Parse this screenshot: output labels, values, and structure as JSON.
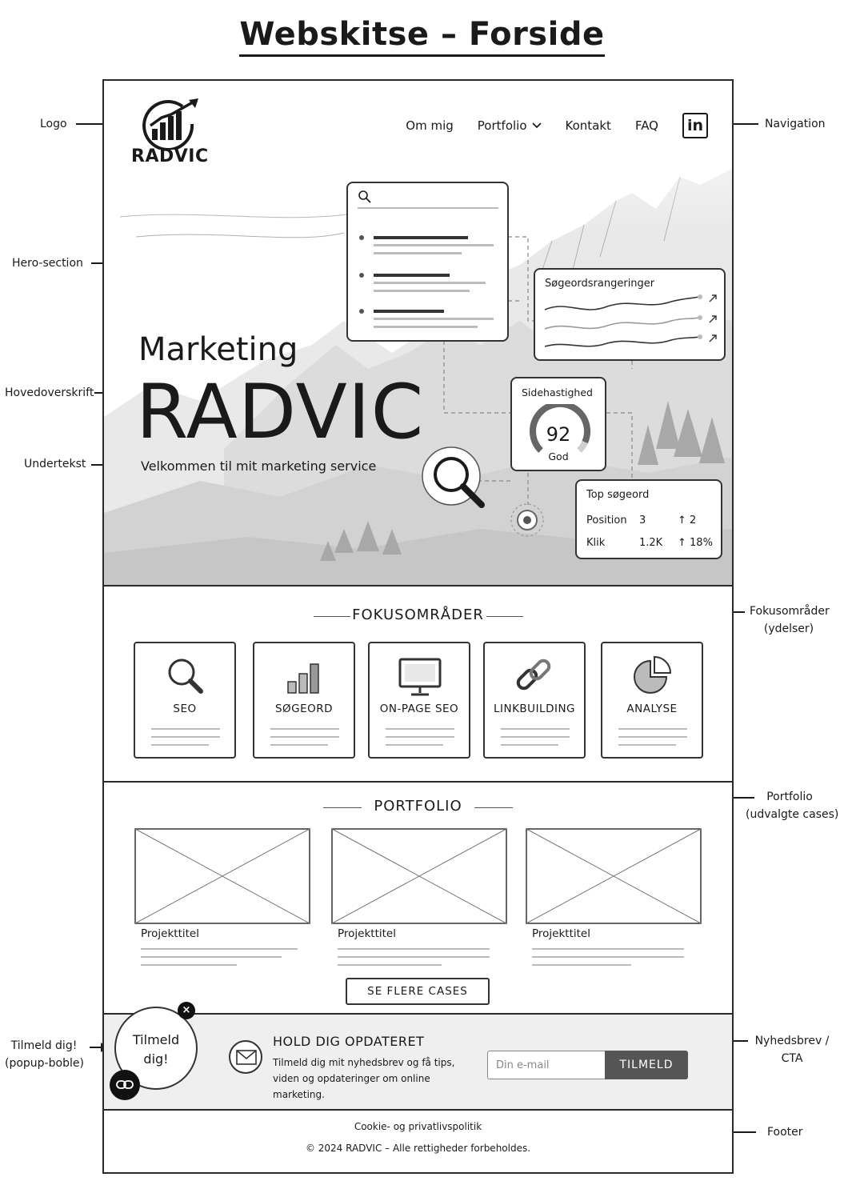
{
  "sheet_title": "Webskitse – Forside",
  "annotations": {
    "logo": "Logo",
    "hero": "Hero-section",
    "headline": "Hovedoverskrift",
    "subtext": "Undertekst",
    "navigation": "Navigation",
    "focus_line1": "Fokusområder",
    "focus_line2": "(ydelser)",
    "portfolio_line1": "Portfolio",
    "portfolio_line2": "(udvalgte cases)",
    "popup_line1": "Tilmeld dig!",
    "popup_line2": "(popup-boble)",
    "newsletter_line1": "Nyhedsbrev /",
    "newsletter_line2": "CTA",
    "footer": "Footer"
  },
  "logo": {
    "text": "RADVIC"
  },
  "nav": {
    "items": [
      "Om mig",
      "Portfolio",
      "Kontakt",
      "FAQ"
    ],
    "linkedin": "in"
  },
  "hero": {
    "small_title": "Marketing",
    "big_title": "RADVIC",
    "subtitle": "Velkommen til mit marketing service"
  },
  "cards": {
    "rankings_title": "Søgeordsrangeringer",
    "speed_title": "Sidehastighed",
    "speed_value": "92",
    "speed_label": "God",
    "speed_fraction": 0.92,
    "keywords_title": "Top søgeord",
    "rows": [
      {
        "label": "Position",
        "value": "3",
        "change": "↑ 2"
      },
      {
        "label": "Klik",
        "value": "1.2K",
        "change": "↑ 18%"
      }
    ]
  },
  "focus": {
    "title": "FOKUSOMRÅDER",
    "items": [
      {
        "label": "SEO",
        "icon": "magnifier-icon"
      },
      {
        "label": "SØGEORD",
        "icon": "bar-chart-icon"
      },
      {
        "label": "ON-PAGE SEO",
        "icon": "monitor-icon"
      },
      {
        "label": "LINKBUILDING",
        "icon": "link-icon"
      },
      {
        "label": "ANALYSE",
        "icon": "pie-chart-icon"
      }
    ]
  },
  "portfolio": {
    "title": "PORTFOLIO",
    "items": [
      {
        "title": "Projekttitel"
      },
      {
        "title": "Projekttitel"
      },
      {
        "title": "Projekttitel"
      }
    ],
    "more_button": "SE FLERE CASES"
  },
  "newsletter": {
    "title": "HOLD DIG OPDATERET",
    "text": "Tilmeld dig mit nyhedsbrev og få tips, viden og opdateringer om online marketing.",
    "placeholder": "Din e-mail",
    "button": "TILMELD"
  },
  "popup": {
    "line1": "Tilmeld",
    "line2": "dig!",
    "close": "×"
  },
  "footer": {
    "link": "Cookie- og privatlivspolitik",
    "copyright": "© 2024 RADVIC – Alle rettigheder forbeholdes."
  },
  "colors": {
    "ink": "#1a1a1a",
    "panel": "#efefef",
    "button": "#555555"
  }
}
